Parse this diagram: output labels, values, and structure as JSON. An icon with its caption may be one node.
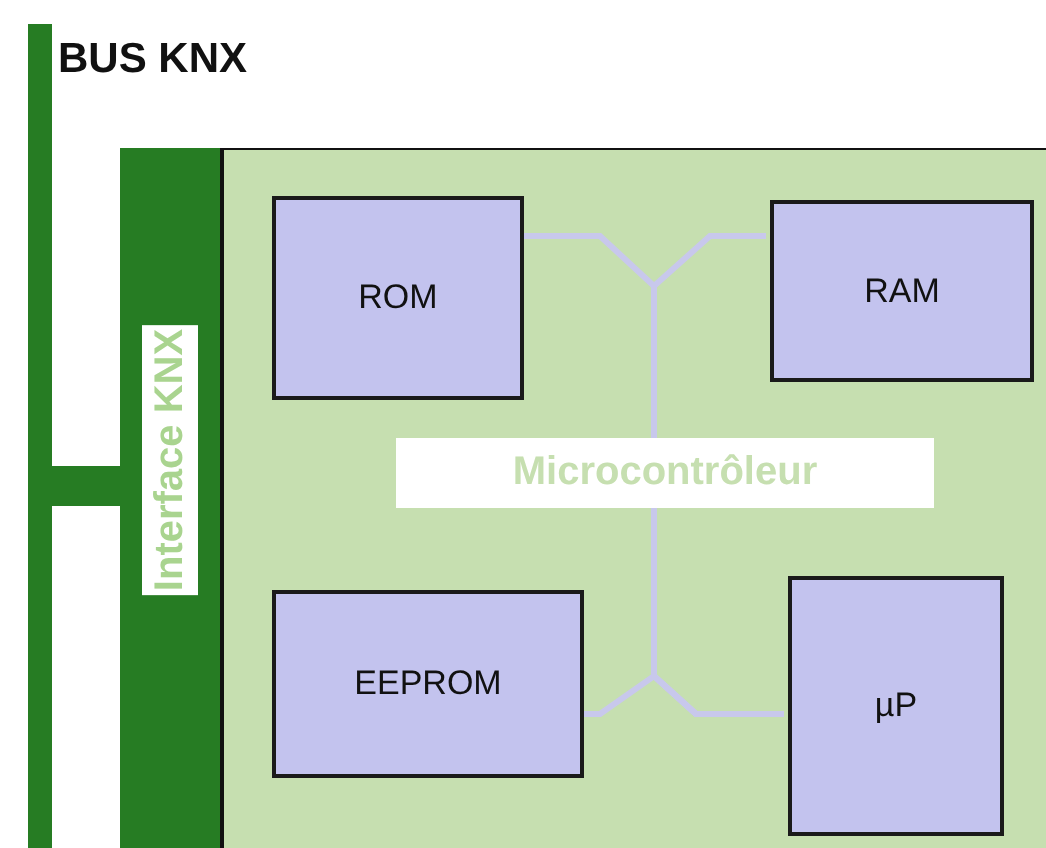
{
  "diagram": {
    "nodes": [
      {
        "text": [
          "BUS KNX"
        ]
      },
      {
        "text": [
          "Interface KNX"
        ]
      },
      {
        "text": [
          "Microcontrôleur"
        ]
      },
      {
        "text": [
          "ROM"
        ],
        "in": 2
      },
      {
        "text": [
          "RAM"
        ],
        "in": 2
      },
      {
        "text": [
          "EEPROM"
        ],
        "in": 2
      },
      {
        "text": [
          "µP"
        ],
        "in": 2
      }
    ],
    "edges": [
      {
        "from": 0,
        "to": 1,
        "arrow": "none",
        "style": "thick",
        "color": "#267c23"
      },
      {
        "from": 3,
        "to": 6,
        "arrow": "none"
      },
      {
        "from": 4,
        "to": 6,
        "arrow": "none"
      },
      {
        "from": 5,
        "to": 6,
        "arrow": "none"
      }
    ]
  }
}
